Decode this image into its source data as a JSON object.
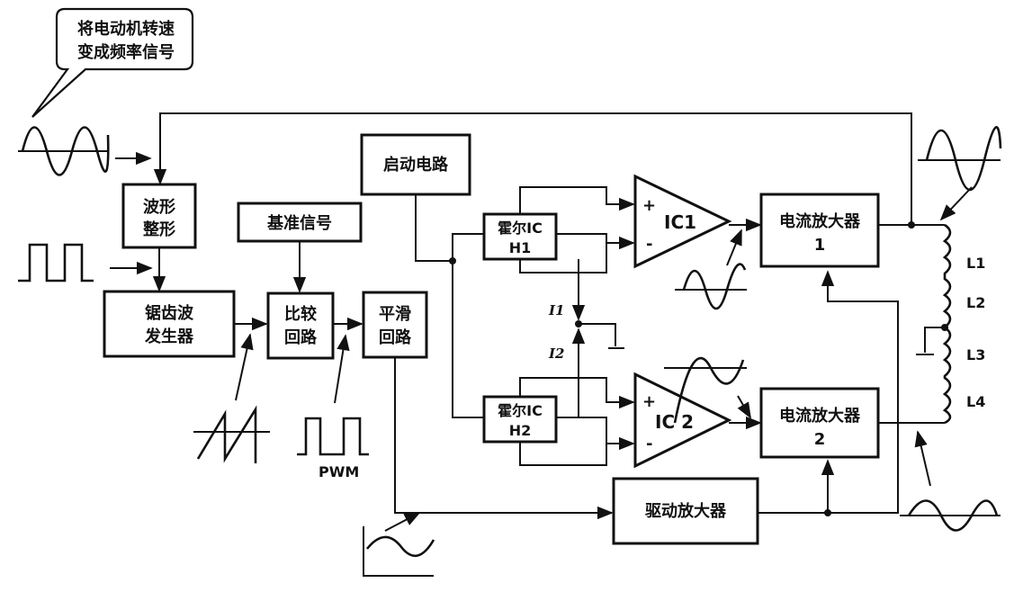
{
  "callout": {
    "line1": "将电动机转速",
    "line2": "变成频率信号"
  },
  "blocks": {
    "waveshape": {
      "line1": "波形",
      "line2": "整形"
    },
    "sawtooth": {
      "line1": "锯齿波",
      "line2": "发生器"
    },
    "reference": {
      "label": "基准信号"
    },
    "compare": {
      "line1": "比较",
      "line2": "回路"
    },
    "smooth": {
      "line1": "平滑",
      "line2": "回路"
    },
    "startup": {
      "label": "启动电路"
    },
    "hall1": {
      "line1": "霍尔IC",
      "line2": "H1"
    },
    "hall2": {
      "line1": "霍尔IC",
      "line2": "H2"
    },
    "ic1": {
      "label": "IC1",
      "plus": "+",
      "minus": "-"
    },
    "ic2": {
      "label": "IC 2",
      "plus": "+",
      "minus": "-"
    },
    "amp1": {
      "line1": "电流放大器",
      "line2": "1"
    },
    "amp2": {
      "line1": "电流放大器",
      "line2": "2"
    },
    "drive": {
      "label": "驱动放大器"
    }
  },
  "labels": {
    "pwm": "PWM",
    "i1": "I1",
    "i2": "I2",
    "coils": [
      "L1",
      "L2",
      "L3",
      "L4"
    ]
  }
}
